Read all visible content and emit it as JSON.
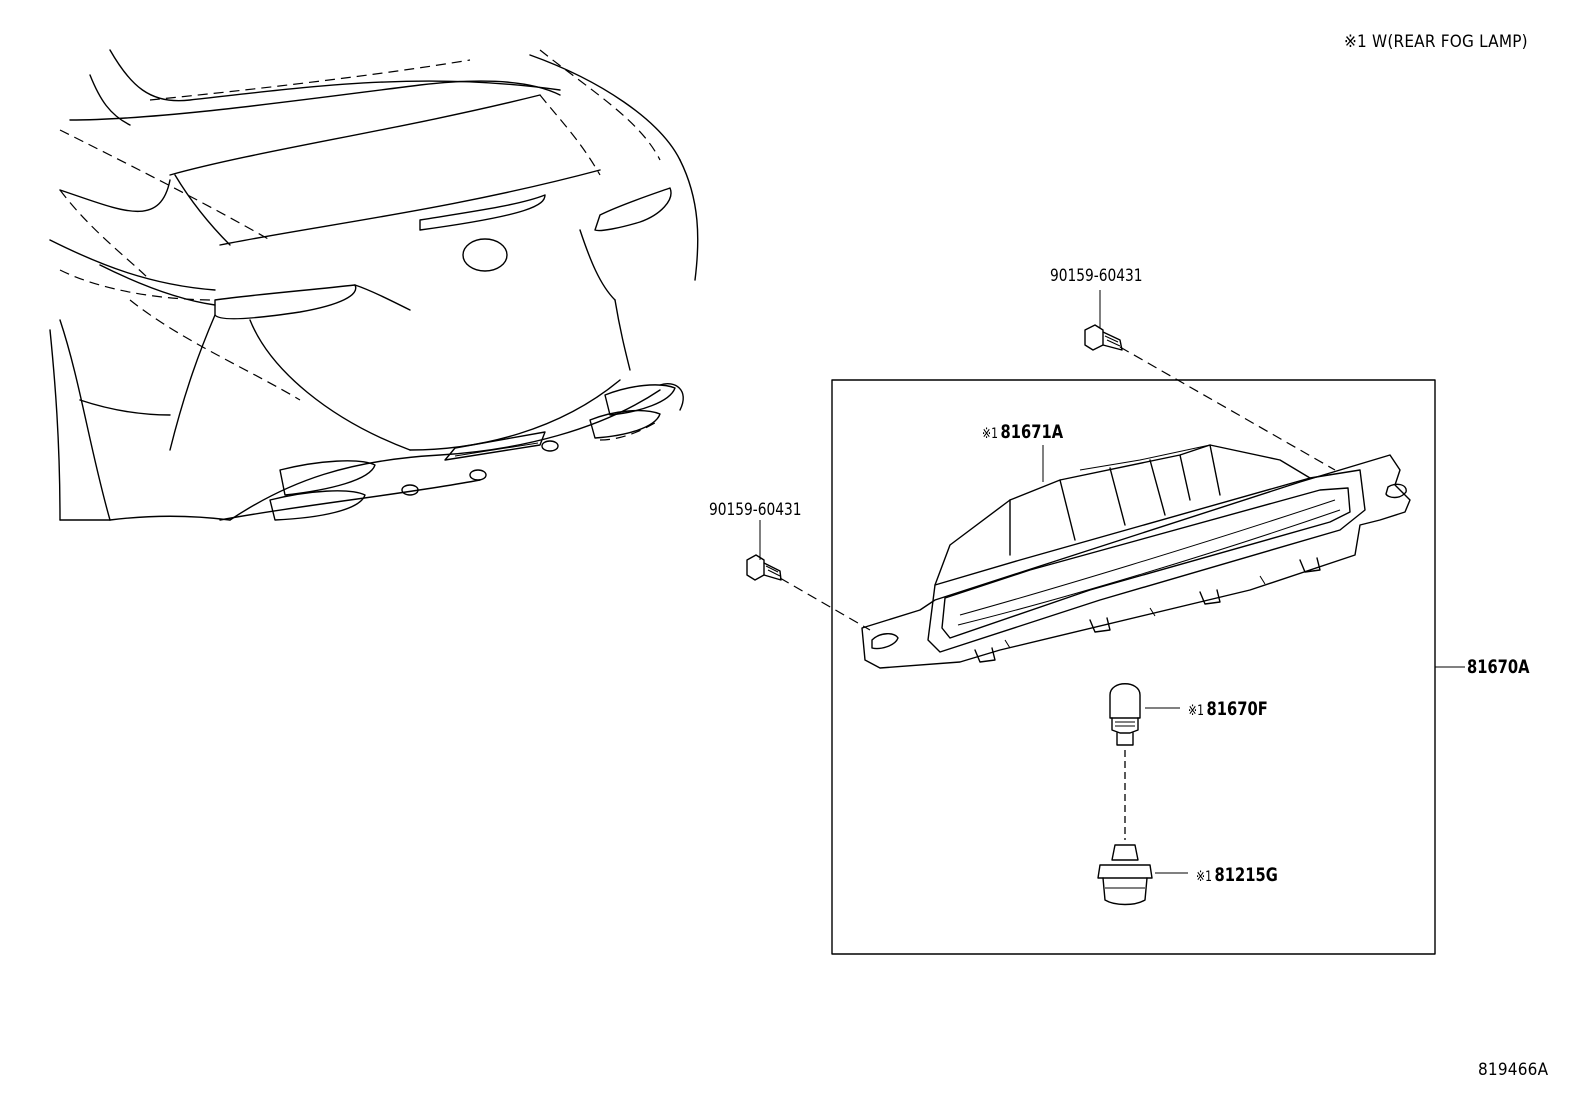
{
  "header_note": "※1  W(REAR FOG LAMP)",
  "diagram_id": "819466A",
  "assembly_mark": "※1",
  "parts": {
    "bolt_upper": "90159-60431",
    "bolt_left": "90159-60431",
    "housing": "81671A",
    "lamp_assembly": "81670A",
    "bulb": "81670F",
    "socket": "81215G"
  }
}
